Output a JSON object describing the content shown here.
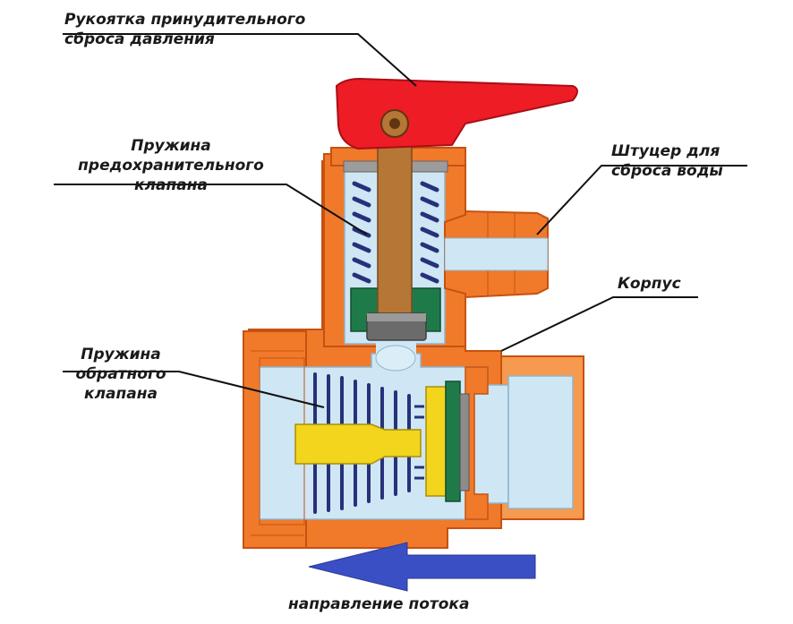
{
  "labels": {
    "handle": [
      "Рукоятка принудительного",
      "сброса давления"
    ],
    "safety_spring": [
      "Пружина",
      "предохранительного",
      "клапана"
    ],
    "drain_fitting": [
      "Штуцер для",
      "сброса воды"
    ],
    "body": [
      "Корпус"
    ],
    "check_spring": [
      "Пружина",
      "обратного",
      "клапана"
    ],
    "flow_direction": [
      "направление потока"
    ]
  },
  "colors": {
    "body_orange": "#f07a2a",
    "body_dark": "#c65210",
    "handle_red": "#ee1c25",
    "stem_brown": "#b57636",
    "water_blue": "#cfe6f4",
    "spring_blue": "#27317a",
    "seat_green": "#1f7a4a",
    "poppet_yellow": "#f2d51c",
    "arrow_blue": "#3a4fc4",
    "leader_line": "#111111"
  }
}
